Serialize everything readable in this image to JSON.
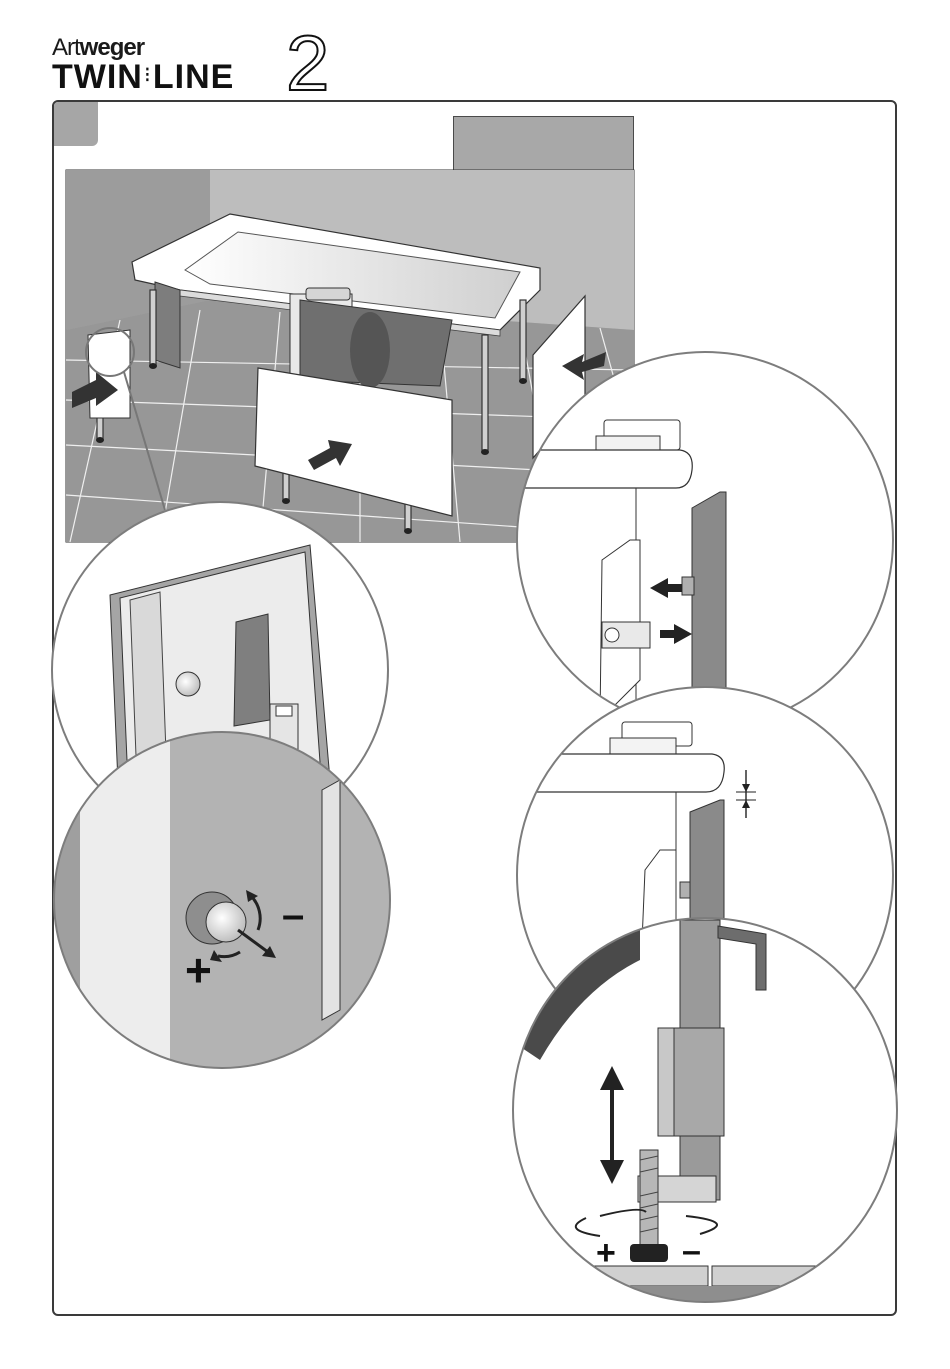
{
  "logo": {
    "brand_light": "Art",
    "brand_bold": "weger",
    "product_a": "TWIN",
    "product_sep": "⁝",
    "product_b": "LINE",
    "product_num": "2"
  },
  "detail_adjust": {
    "minus": "–",
    "plus": "+"
  },
  "detail_foot": {
    "plus": "+",
    "minus": "–"
  },
  "colors": {
    "frame": "#3a3a3a",
    "badge": "#a6a6a6",
    "wall": "#b9b9b9",
    "floor": "#9a9a9a",
    "panel_gray": "#8c8c8c"
  }
}
